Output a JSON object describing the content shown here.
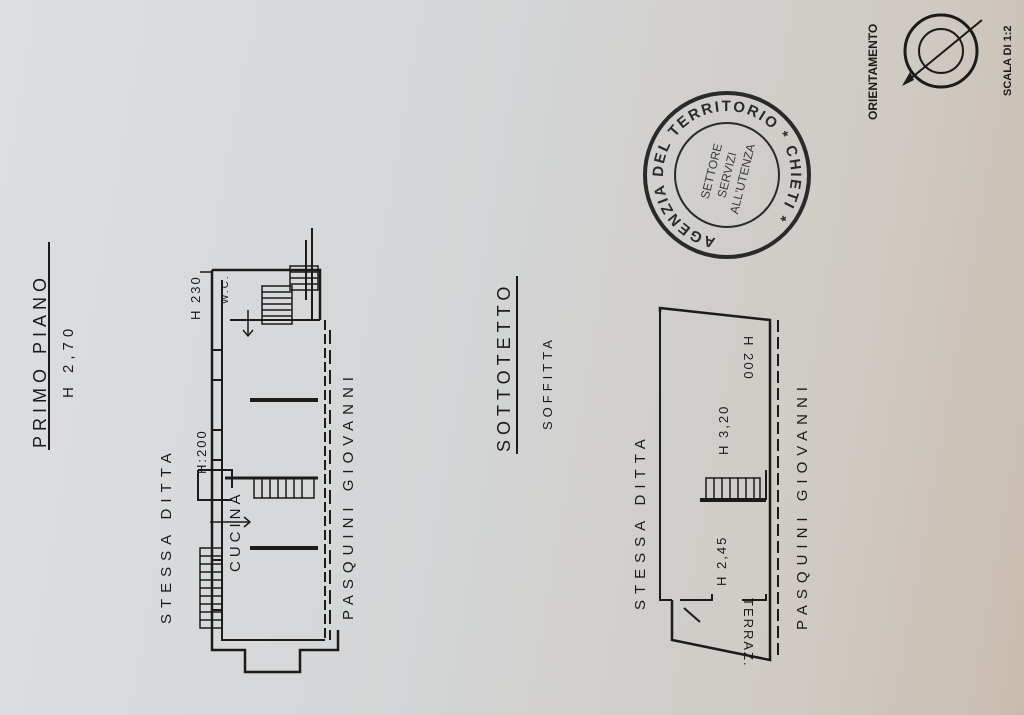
{
  "floor1": {
    "title": "PRIMO PIANO",
    "height": "H 2,70",
    "label_stessa": "STESSA DITTA",
    "label_pasquini": "PASQUINI GIOVANNI",
    "label_cucina": "CUCINA",
    "label_h200": "H:200",
    "label_h230": "H 230",
    "label_wc": "W.C."
  },
  "attic": {
    "title": "SOTTOTETTO",
    "subtitle": "SOFFITTA",
    "label_stessa": "STESSA DITTA",
    "label_pasquini": "PASQUINI GIOVANNI",
    "label_terraz": "TERRAZ.",
    "label_h245": "H 2,45",
    "label_h320": "H 3,20",
    "label_h200": "H 200"
  },
  "stamp": {
    "ring_text": "AGENZIA DEL TERRITORIO * CHIETI *",
    "line1": "SETTORE",
    "line2": "SERVIZI",
    "line3": "ALL'UTENZA"
  },
  "orientation": {
    "label": "ORIENTAMENTO",
    "scale": "SCALA DI 1:2"
  }
}
